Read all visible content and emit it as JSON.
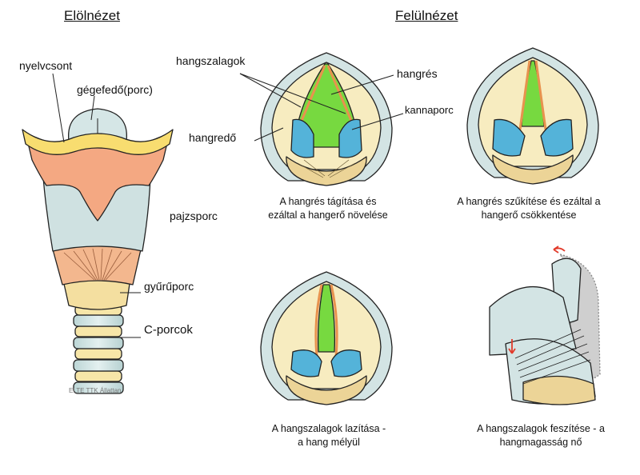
{
  "headings": {
    "front": "Elölnézet",
    "top": "Felülnézet"
  },
  "labels": {
    "hyoid": "nyelvcsont",
    "epiglottis": "gégefedő(porc)",
    "thyroid": "pajzsporc",
    "cricoid": "gyűrűporc",
    "c_rings": "C-porcok",
    "vocal_cords": "hangszalagok",
    "vocal_fold": "hangredő",
    "glottis": "hangrés",
    "arytenoid": "kannaporc"
  },
  "captions": {
    "widen_line1": "A hangrés tágítása és",
    "widen_line2": "ezáltal a hangerő növelése",
    "narrow_line1": "A hangrés szűkítése és ezáltal a",
    "narrow_line2": "hangerő csökkentése",
    "relax_line1": "A hangszalagok lazítása -",
    "relax_line2": "a hang mélyül",
    "tense_line1": "A hangszalagok feszítése - a",
    "tense_line2": "hangmagasság nő"
  },
  "credit": "ELTE TTK Állattan",
  "colors": {
    "hyoid": "#f8dd70",
    "thyroid": "#f4a882",
    "ring": "#cfe3e3",
    "glottis": "#77d940",
    "arytenoid": "#54b3d9",
    "cricoid": "#ecd497",
    "fold": "#f7ecc0",
    "cord": "#e8924e",
    "arrow": "#e23a2a",
    "outline": "#222222"
  }
}
